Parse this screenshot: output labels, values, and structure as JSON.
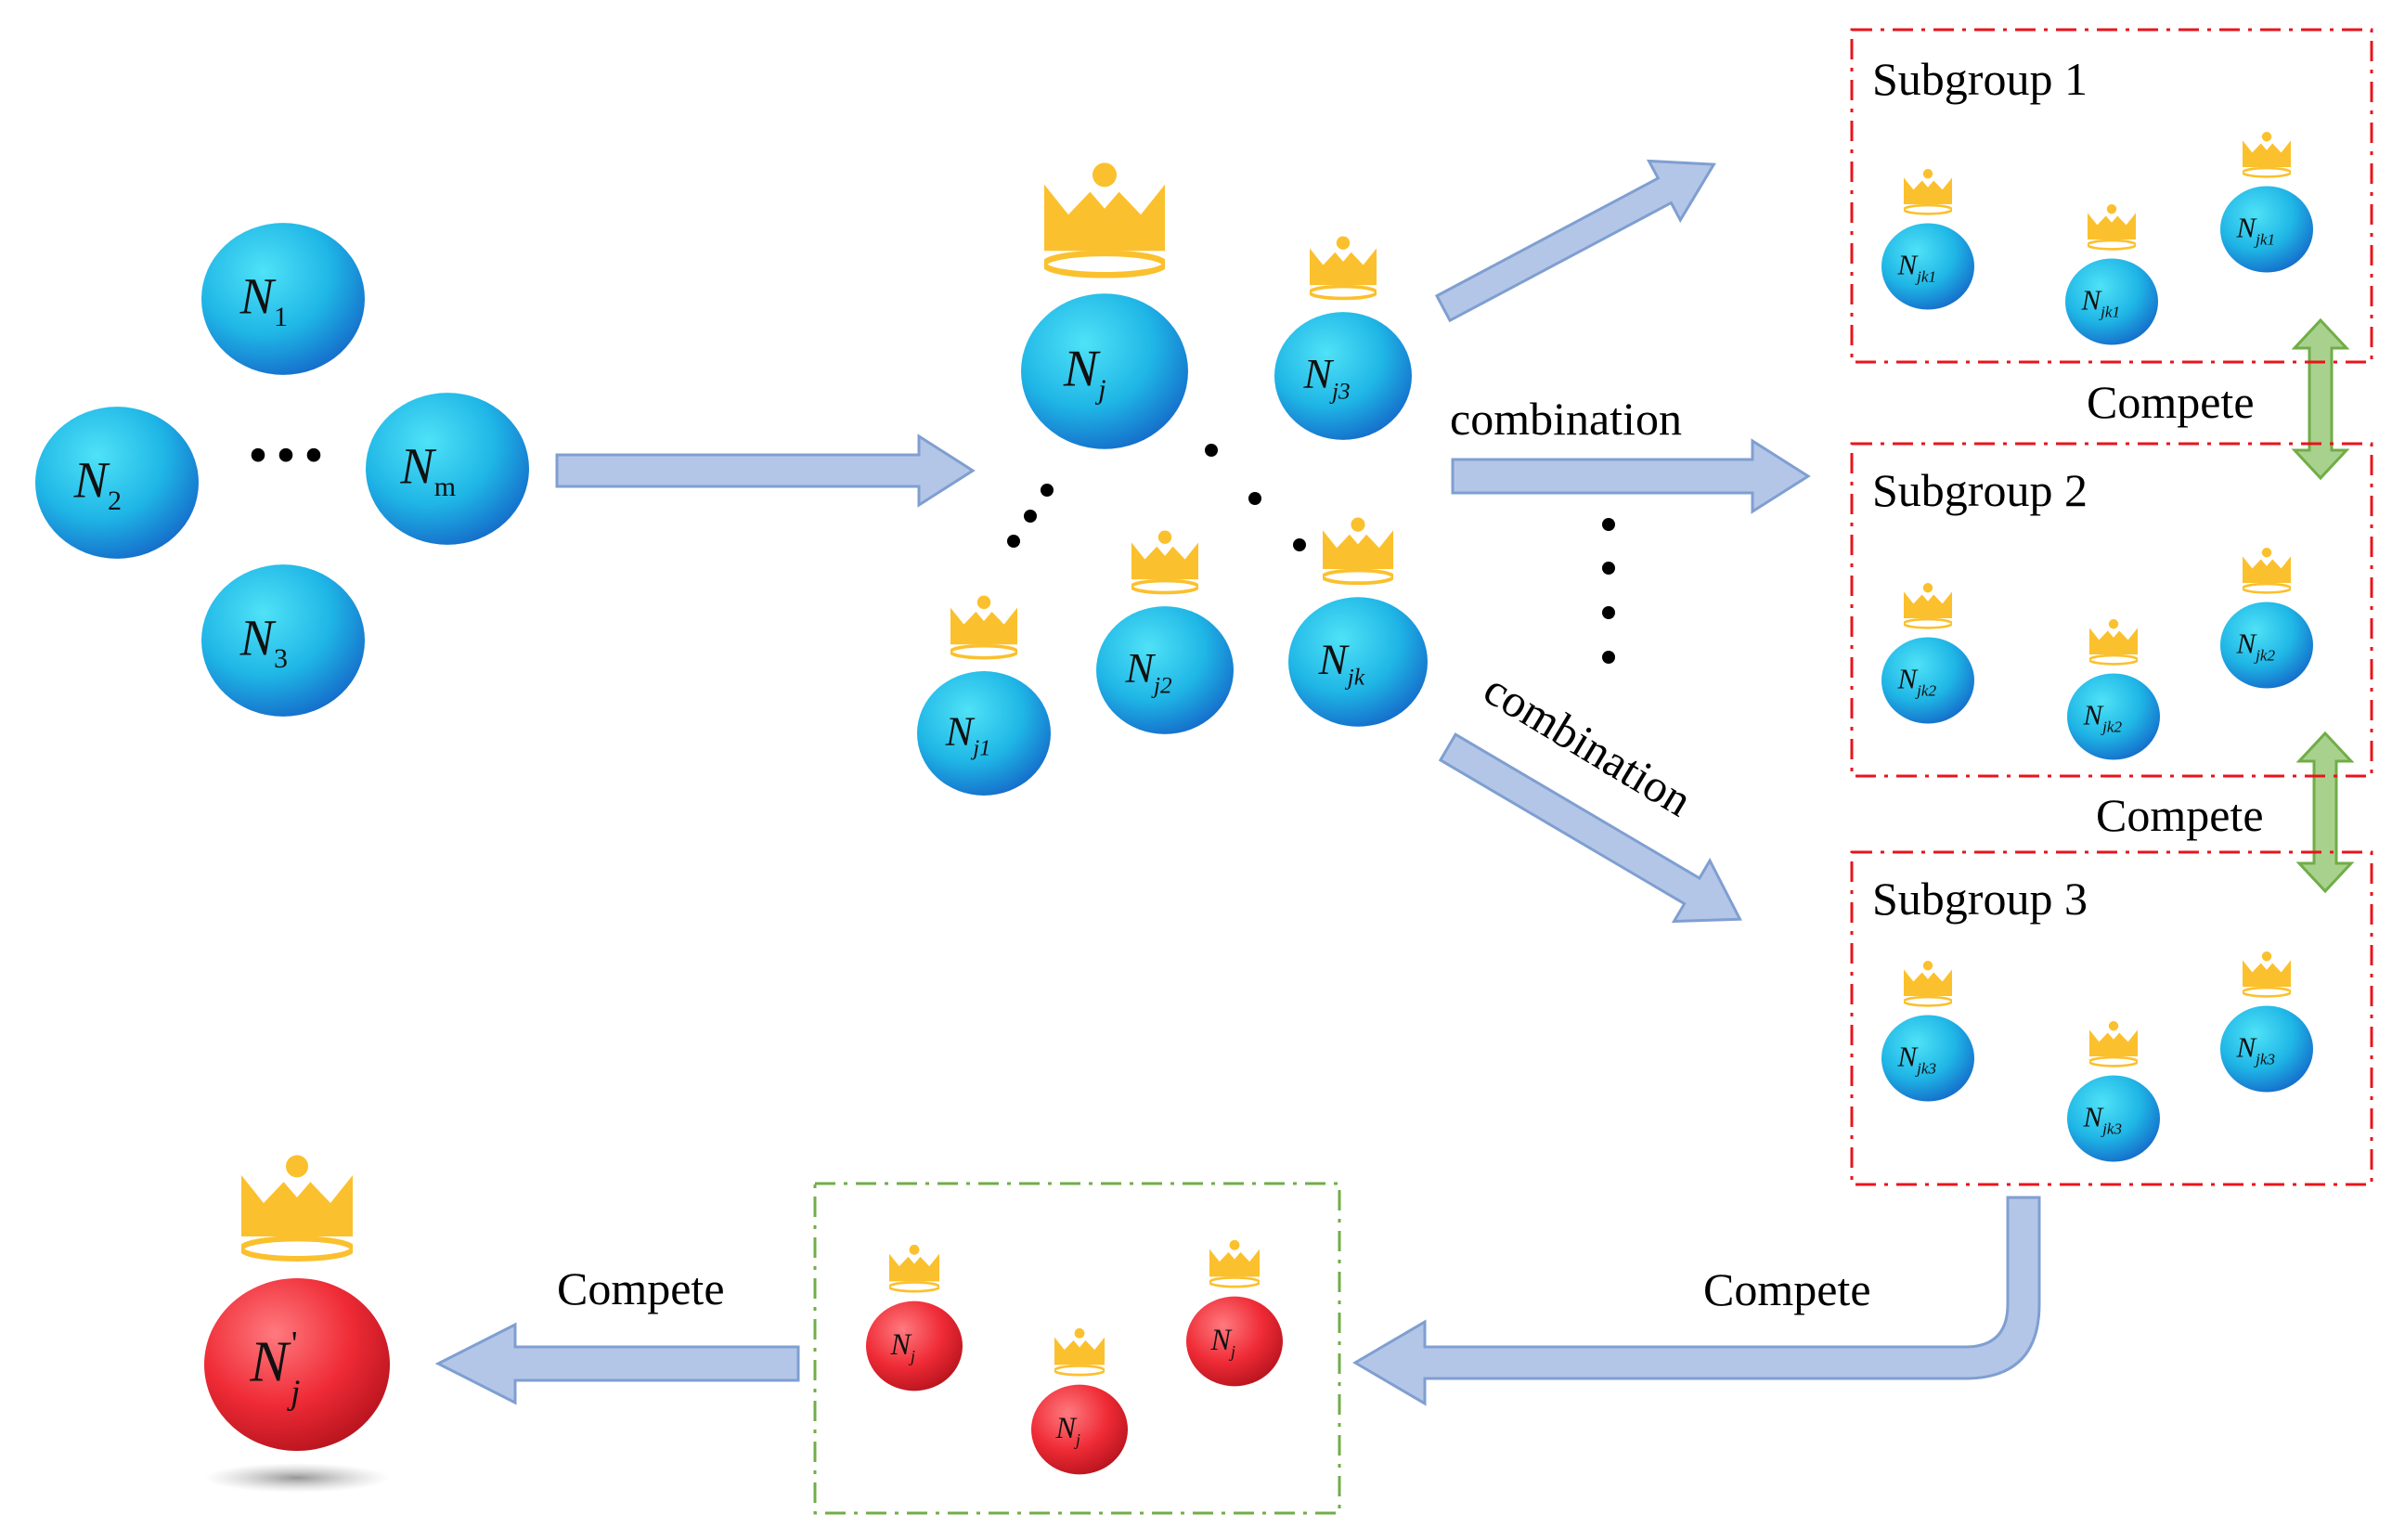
{
  "initial_nodes": {
    "n1": {
      "main": "N",
      "sub": "1"
    },
    "n2": {
      "main": "N",
      "sub": "2"
    },
    "n3": {
      "main": "N",
      "sub": "3"
    },
    "nm": {
      "main": "N",
      "sub": "m"
    },
    "ellipsis": "···"
  },
  "leader_group": {
    "nj": {
      "main": "N",
      "sub": "j"
    },
    "nj1": {
      "main": "N",
      "sub": "j1"
    },
    "nj2": {
      "main": "N",
      "sub": "j2"
    },
    "nj3": {
      "main": "N",
      "sub": "j3"
    },
    "njk": {
      "main": "N",
      "sub": "jk"
    }
  },
  "edge_labels": {
    "combination_1": "combination",
    "combination_2": "combination",
    "compete_1_2": "Compete",
    "compete_2_3": "Compete",
    "compete_to_winners": "Compete",
    "compete_final": "Compete"
  },
  "subgroups": [
    {
      "title": "Subgroup 1",
      "members": [
        {
          "main": "N",
          "sub": "jk1"
        },
        {
          "main": "N",
          "sub": "jk1"
        },
        {
          "main": "N",
          "sub": "jk1"
        }
      ]
    },
    {
      "title": "Subgroup 2",
      "members": [
        {
          "main": "N",
          "sub": "jk2"
        },
        {
          "main": "N",
          "sub": "jk2"
        },
        {
          "main": "N",
          "sub": "jk2"
        }
      ]
    },
    {
      "title": "Subgroup 3",
      "members": [
        {
          "main": "N",
          "sub": "jk3"
        },
        {
          "main": "N",
          "sub": "jk3"
        },
        {
          "main": "N",
          "sub": "jk3"
        }
      ]
    }
  ],
  "winners": [
    {
      "main": "N",
      "sub": "j"
    },
    {
      "main": "N",
      "sub": "j"
    },
    {
      "main": "N",
      "sub": "j"
    }
  ],
  "final": {
    "main": "N",
    "sub": "j",
    "sup": "'"
  },
  "colors": {
    "blue_node": "#1fb6e6",
    "blue_node_dark": "#1466c8",
    "red_node": "#ef2b36",
    "crown": "#fbc02d",
    "arrow_fill": "#b4c6e7",
    "arrow_stroke": "#7f9fd1",
    "green_arrow": "#a9d18e",
    "subgroup_border": "#e8141c",
    "winner_border": "#70ad47"
  }
}
